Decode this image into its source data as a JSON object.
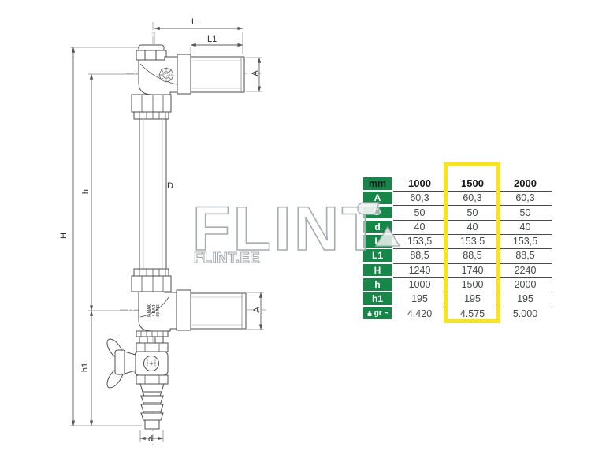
{
  "drawing": {
    "dim_labels": {
      "L": "L",
      "L1": "L1",
      "A_top": "A",
      "D": "D",
      "H": "H",
      "h": "h",
      "A_bottom": "A",
      "h1": "h1",
      "d": "d"
    },
    "pipe_marking_lines": [
      "P MAX",
      "4 BAR",
      "60 PSI"
    ]
  },
  "watermark": {
    "main": "FLINT",
    "sub": "FLINT.EE"
  },
  "table": {
    "header": {
      "label": "mm",
      "columns": [
        "1000",
        "1500",
        "2000"
      ]
    },
    "highlight_column": "1500",
    "rows": [
      {
        "label": "A",
        "values": [
          "60,3",
          "60,3",
          "60,3"
        ]
      },
      {
        "label": "D",
        "values": [
          "50",
          "50",
          "50"
        ]
      },
      {
        "label": "d",
        "values": [
          "40",
          "40",
          "40"
        ]
      },
      {
        "label": "L",
        "values": [
          "153,5",
          "153,5",
          "153,5"
        ]
      },
      {
        "label": "L1",
        "values": [
          "88,5",
          "88,5",
          "88,5"
        ]
      },
      {
        "label": "H",
        "values": [
          "1240",
          "1740",
          "2240"
        ]
      },
      {
        "label": "h",
        "values": [
          "1000",
          "1500",
          "2000"
        ]
      },
      {
        "label": "h1",
        "values": [
          "195",
          "195",
          "195"
        ]
      },
      {
        "label": "gr ~",
        "values": [
          "4.420",
          "4.575",
          "5.000"
        ]
      }
    ],
    "colors": {
      "row_label_green": "#168649",
      "highlight_yellow": "#f6e41f"
    }
  }
}
